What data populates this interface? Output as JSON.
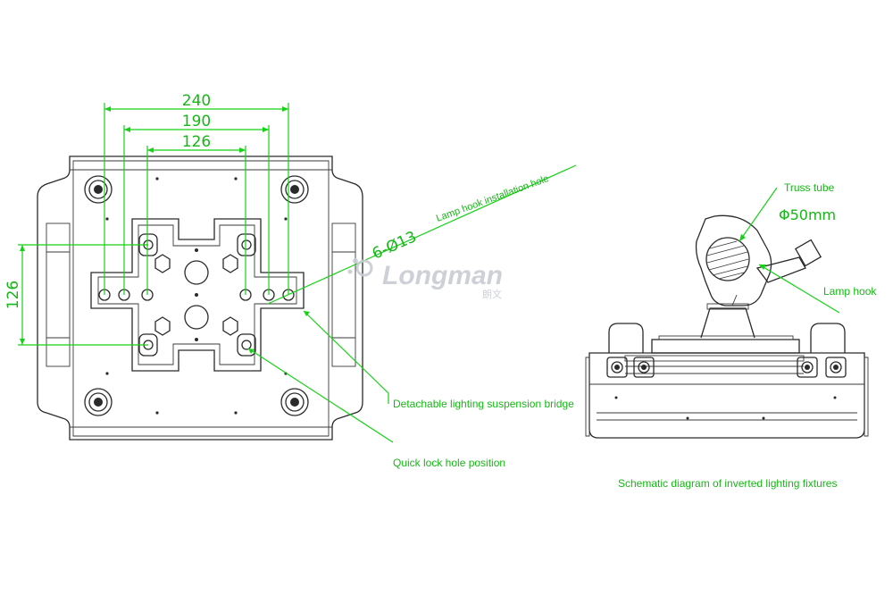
{
  "dimensions": {
    "d240": "240",
    "d190": "190",
    "d126_top": "126",
    "d126_side": "126",
    "holes": "6-Ø13"
  },
  "callouts": {
    "lamp_hook_installation_hole": "Lamp hook installation hole",
    "detachable_bridge": "Detachable lighting suspension bridge",
    "quick_lock": "Quick lock hole position",
    "truss_tube": "Truss tube",
    "truss_diameter": "Φ50mm",
    "lamp_hook": "Lamp hook"
  },
  "captions": {
    "inverted_fixture": "Schematic diagram of inverted lighting fixtures"
  },
  "watermark": {
    "brand": "Longman",
    "sub": "朗文"
  },
  "colors": {
    "annotation": "#16d116",
    "drawing": "#2a2a2a",
    "watermark": "#c8cdd3"
  }
}
